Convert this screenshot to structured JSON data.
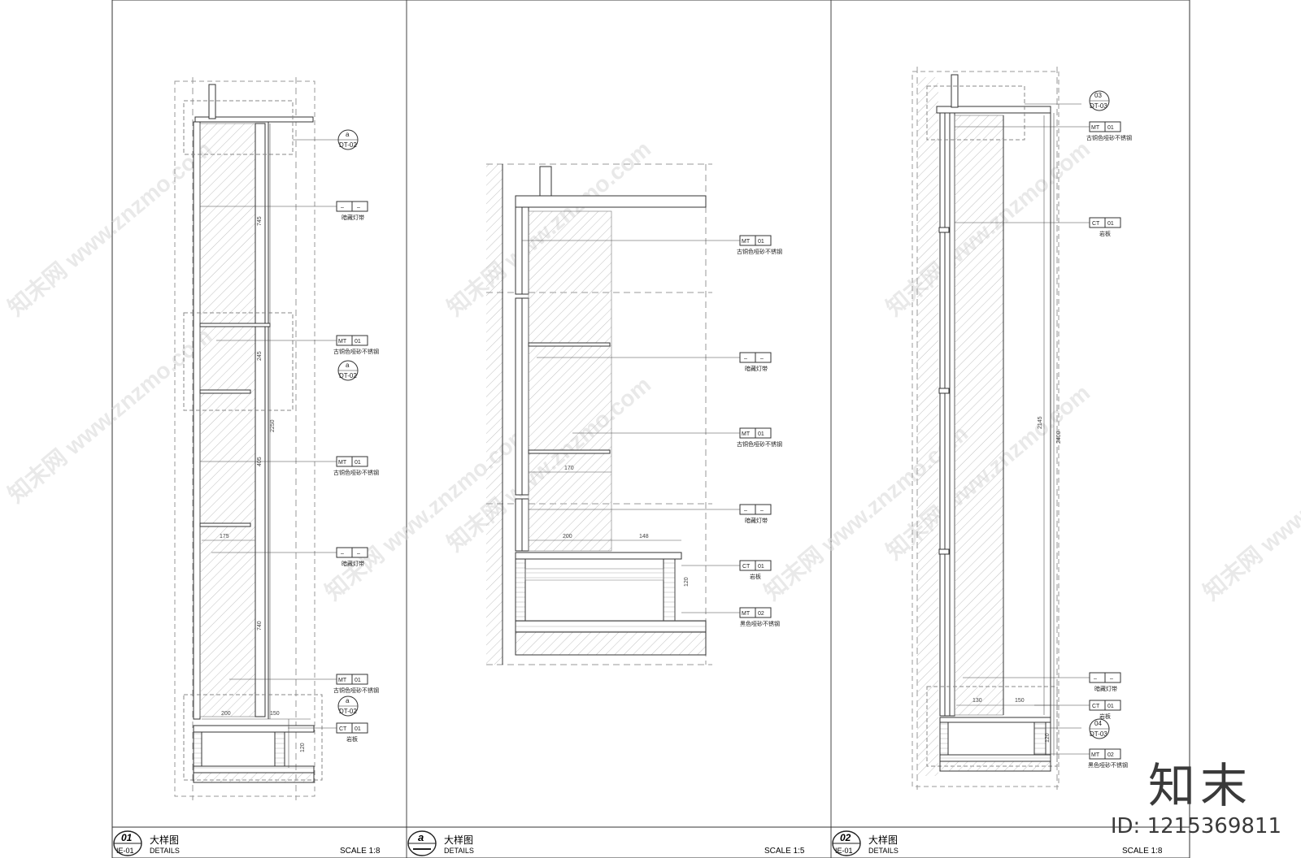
{
  "panels": [
    {
      "badge_number": "01",
      "badge_sheet": "IE-01",
      "title_cn": "大样图",
      "title_en": "DETAILS",
      "scale": "SCALE 1:8",
      "callouts": [
        {
          "code": "a",
          "sheet": "DT-02"
        },
        {
          "code": "a",
          "sheet": "DT-02"
        },
        {
          "code": "a",
          "sheet": "DT-02"
        }
      ],
      "tags": [
        {
          "code": "–",
          "num": "–",
          "desc": "暗藏灯带"
        },
        {
          "code": "MT",
          "num": "01",
          "desc": "古铜色哑砂不锈钢"
        },
        {
          "code": "MT",
          "num": "01",
          "desc": "古铜色哑砂不锈钢"
        },
        {
          "code": "–",
          "num": "–",
          "desc": "暗藏灯带"
        },
        {
          "code": "MT",
          "num": "01",
          "desc": "古铜色哑砂不锈钢"
        },
        {
          "code": "CT",
          "num": "01",
          "desc": "岩板"
        }
      ],
      "dims": [
        "745",
        "245",
        "2250",
        "405",
        "175",
        "740",
        "200",
        "150",
        "120"
      ]
    },
    {
      "badge_number": "a",
      "badge_sheet": "",
      "title_cn": "大样图",
      "title_en": "DETAILS",
      "scale": "SCALE 1:5",
      "callouts": [],
      "tags": [
        {
          "code": "MT",
          "num": "01",
          "desc": "古铜色哑砂不锈钢"
        },
        {
          "code": "–",
          "num": "–",
          "desc": "暗藏灯带"
        },
        {
          "code": "MT",
          "num": "01",
          "desc": "古铜色哑砂不锈钢"
        },
        {
          "code": "–",
          "num": "–",
          "desc": "暗藏灯带"
        },
        {
          "code": "CT",
          "num": "01",
          "desc": "岩板"
        },
        {
          "code": "MT",
          "num": "02",
          "desc": "黑色哑砂不锈钢"
        }
      ],
      "dims": [
        "170",
        "200",
        "148",
        "120"
      ]
    },
    {
      "badge_number": "02",
      "badge_sheet": "IE-01",
      "title_cn": "大样图",
      "title_en": "DETAILS",
      "scale": "SCALE 1:8",
      "callouts": [
        {
          "code": "03",
          "sheet": "DT-03"
        },
        {
          "code": "04",
          "sheet": "DT-03"
        }
      ],
      "tags": [
        {
          "code": "MT",
          "num": "01",
          "desc": "古铜色哑砂不锈钢"
        },
        {
          "code": "CT",
          "num": "01",
          "desc": "岩板"
        },
        {
          "code": "–",
          "num": "–",
          "desc": "暗藏灯带"
        },
        {
          "code": "CT",
          "num": "01",
          "desc": "岩板"
        },
        {
          "code": "MT",
          "num": "02",
          "desc": "黑色哑砂不锈钢"
        }
      ],
      "dims": [
        "2145",
        "2400",
        "130",
        "150",
        "120"
      ]
    }
  ],
  "watermark_text": "知末网 www.znzmo.com",
  "brand": {
    "mark": "知末",
    "id": "ID: 1215369811"
  },
  "colors": {
    "line": "#333333",
    "hatch": "#b0b0b0",
    "dashed": "#888888",
    "watermark": "#d8d8d8"
  }
}
